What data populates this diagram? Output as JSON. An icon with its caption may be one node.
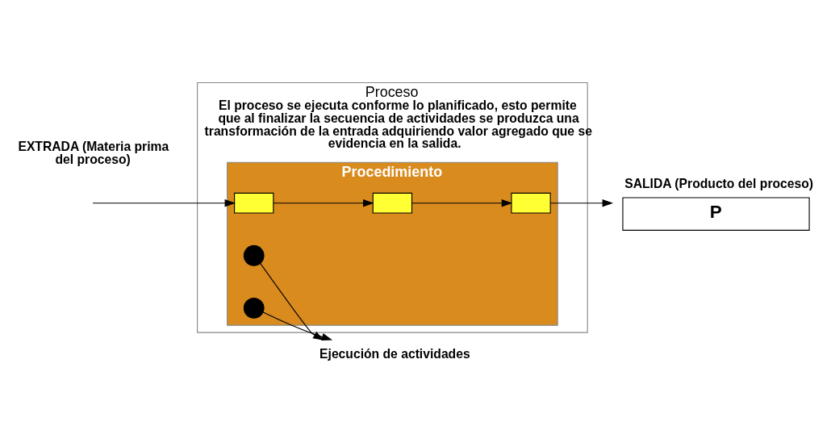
{
  "diagram": {
    "nodes": [
      {
        "text": [
          "Proceso",
          "El proceso se ejecuta conforme lo planificado, esto permite que al finalizar la secuencia de actividades se produzca una transformación de la entrada adquiriendo valor agregado que se evidencia en la salida."
        ]
      },
      {
        "text": [
          "Procedimiento"
        ],
        "in": 0
      },
      {
        "text": [],
        "shape": "box",
        "in": 1
      },
      {
        "text": [],
        "shape": "box",
        "in": 1
      },
      {
        "text": [],
        "shape": "box",
        "in": 1
      },
      {
        "text": [],
        "shape": "circle",
        "in": 1
      },
      {
        "text": [],
        "shape": "circle",
        "in": 1
      },
      {
        "text": [
          "P"
        ],
        "beside": [
          "SALIDA (Producto del proceso)"
        ]
      },
      {
        "text": [
          "Ejecución de actividades"
        ]
      }
    ],
    "edges": [
      {
        "from": null,
        "to": 2,
        "arrow": "to"
      },
      {
        "from": 2,
        "to": 3,
        "arrow": "to"
      },
      {
        "from": 3,
        "to": 4,
        "arrow": "to"
      },
      {
        "from": 4,
        "to": 7,
        "arrow": "to"
      },
      {
        "from": 5,
        "to": 8,
        "arrow": "to"
      },
      {
        "from": 6,
        "to": 8,
        "arrow": "to"
      }
    ],
    "labels": [
      "EXTRADA (Materia prima del proceso)"
    ]
  }
}
